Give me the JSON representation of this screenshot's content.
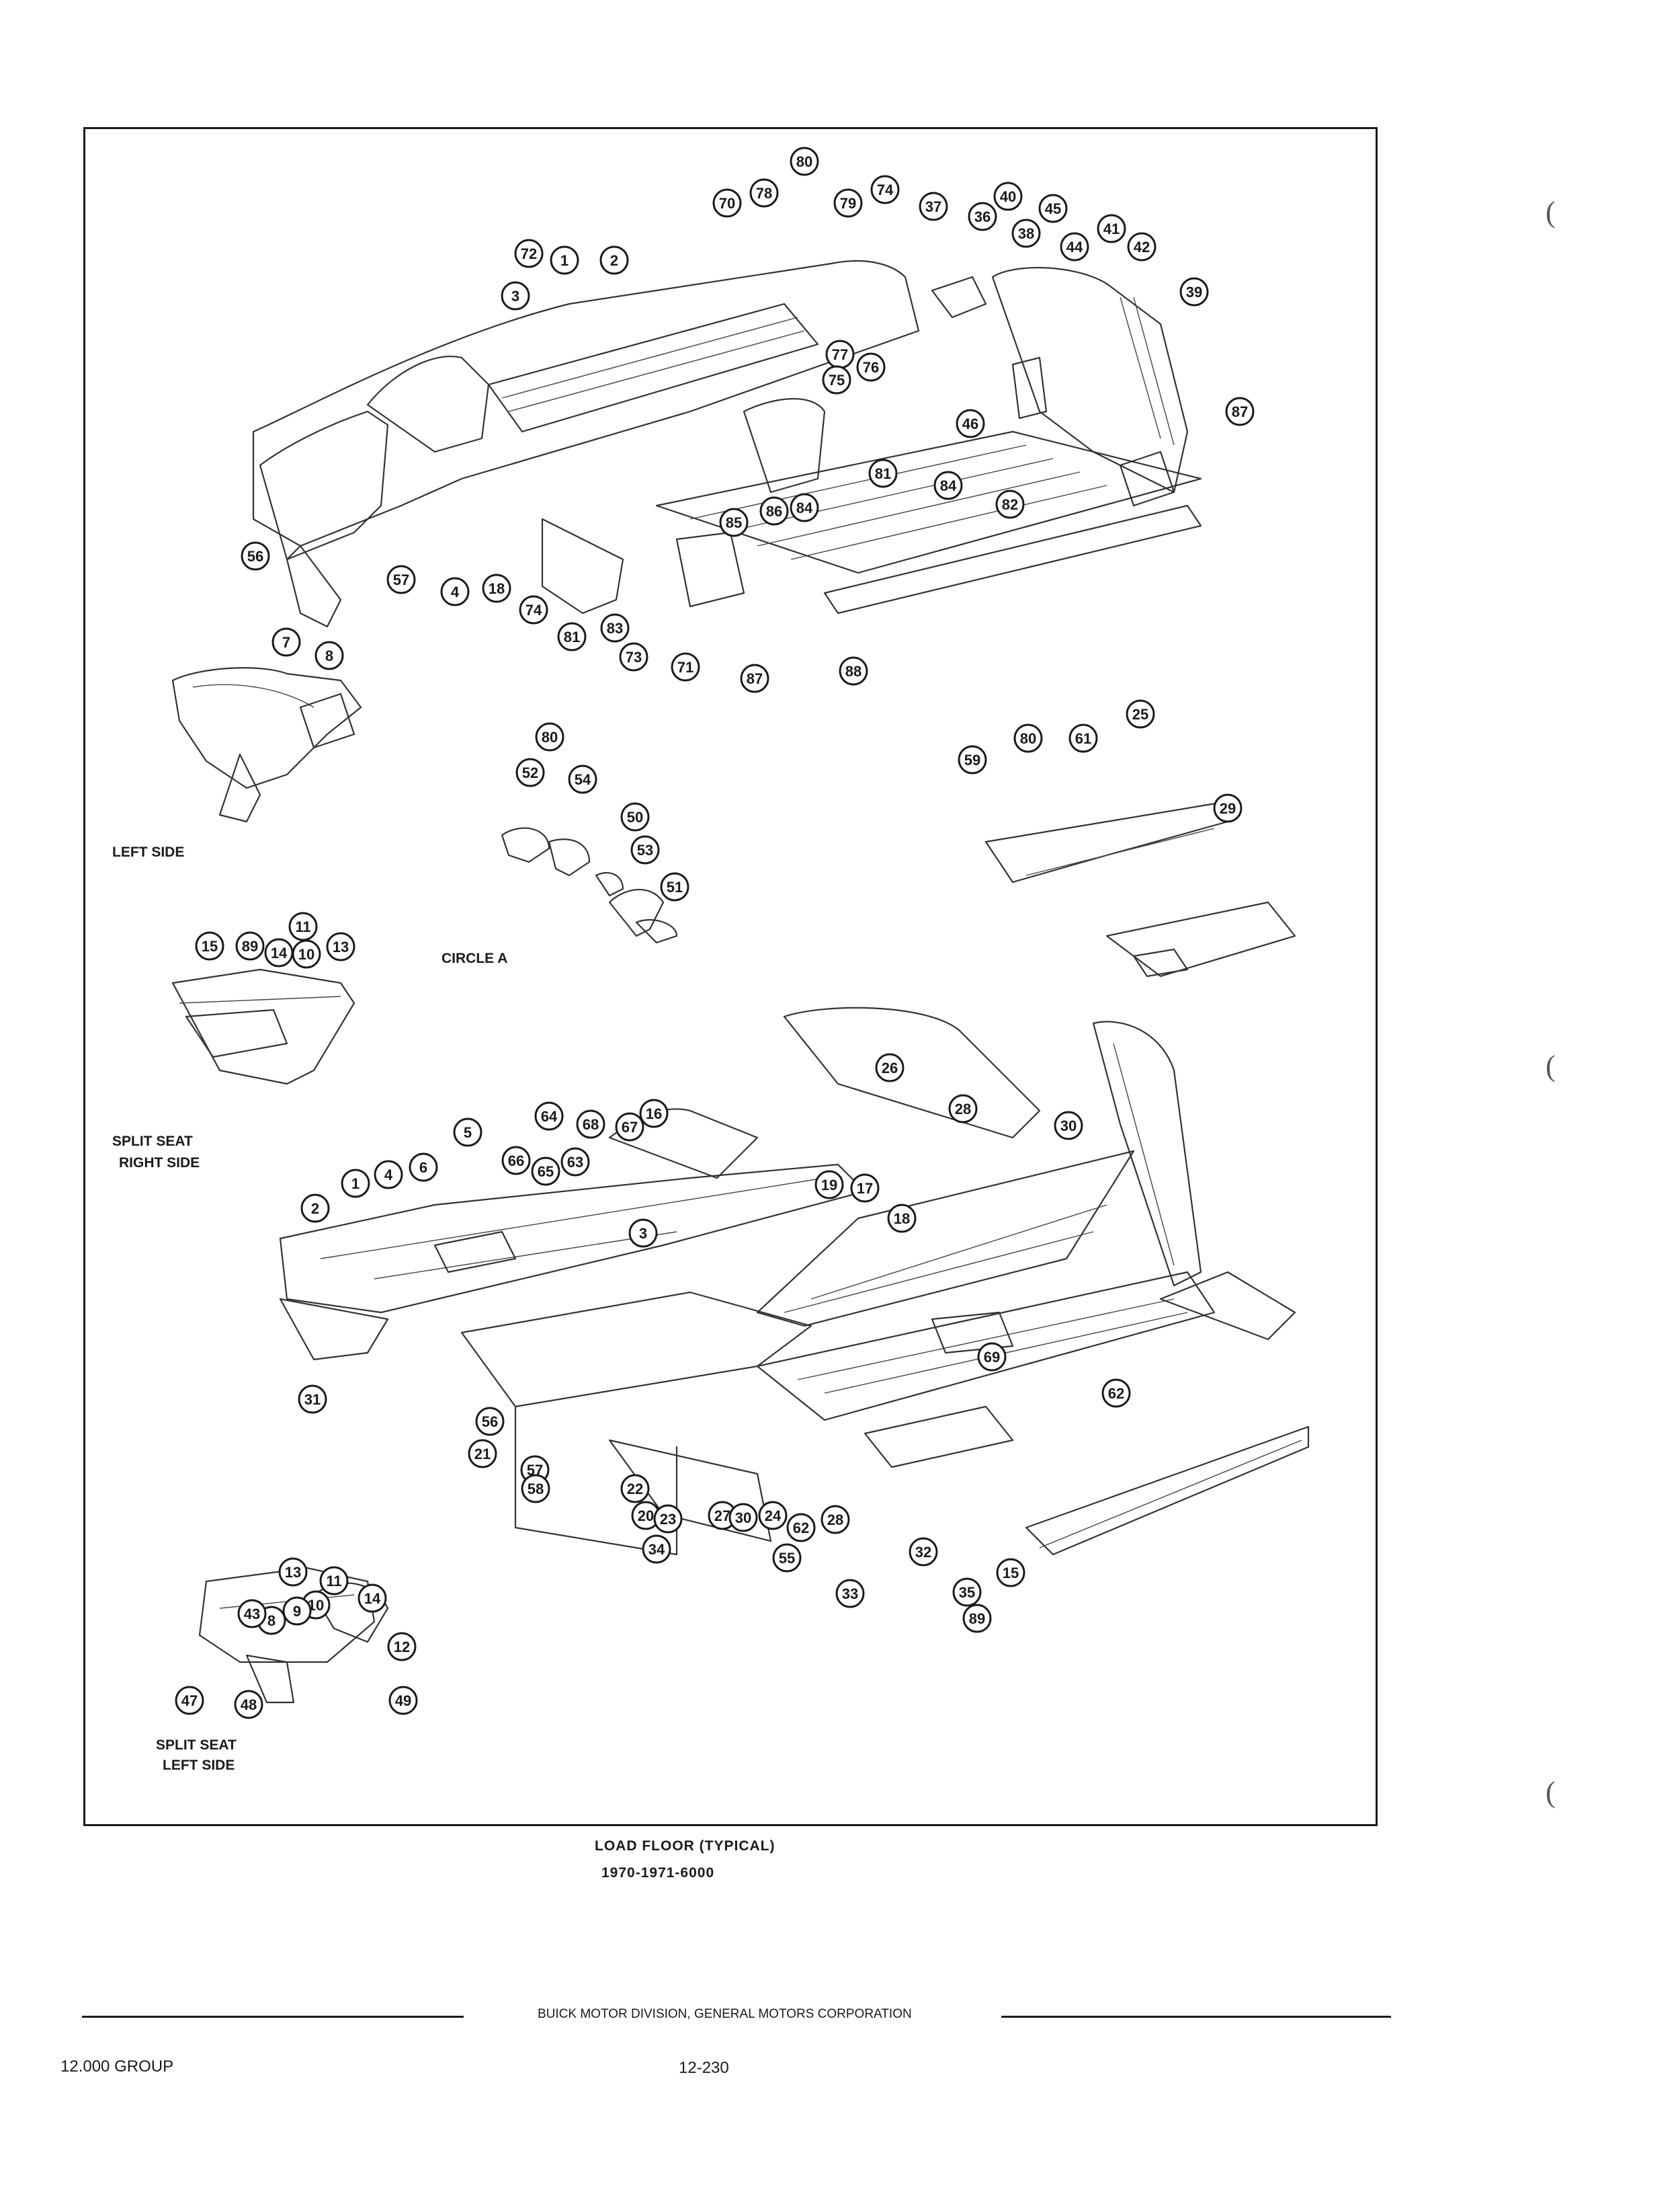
{
  "figure": {
    "view_labels": {
      "left_side": "LEFT SIDE",
      "circle_a": "CIRCLE A",
      "split_seat_right_side_1": "SPLIT SEAT",
      "split_seat_right_side_2": "RIGHT SIDE",
      "split_seat_left_side_1": "SPLIT SEAT",
      "split_seat_left_side_2": "LEFT SIDE"
    },
    "callouts": [
      "80",
      "78",
      "79",
      "74",
      "37",
      "40",
      "45",
      "36",
      "38",
      "44",
      "41",
      "42",
      "39",
      "70",
      "72",
      "1",
      "2",
      "3",
      "77",
      "76",
      "75",
      "46",
      "87",
      "81",
      "84",
      "82",
      "86",
      "84",
      "85",
      "56",
      "57",
      "4",
      "18",
      "74",
      "81",
      "83",
      "73",
      "71",
      "87",
      "88",
      "7",
      "8",
      "80",
      "52",
      "54",
      "50",
      "53",
      "51",
      "80",
      "61",
      "25",
      "59",
      "29",
      "11",
      "15",
      "89",
      "14",
      "10",
      "13",
      "26",
      "28",
      "30",
      "16",
      "64",
      "68",
      "67",
      "5",
      "66",
      "63",
      "65",
      "19",
      "17",
      "18",
      "6",
      "4",
      "1",
      "2",
      "3",
      "69",
      "62",
      "31",
      "56",
      "21",
      "57",
      "58",
      "22",
      "20",
      "23",
      "27",
      "30",
      "24",
      "28",
      "62",
      "55",
      "34",
      "33",
      "32",
      "35",
      "89",
      "15",
      "13",
      "11",
      "14",
      "10",
      "8",
      "9",
      "43",
      "12",
      "49",
      "47",
      "48"
    ]
  },
  "caption": {
    "line1": "LOAD FLOOR (TYPICAL)",
    "line2": "1970-1971-6000"
  },
  "footer": {
    "publisher": "BUICK MOTOR DIVISION, GENERAL MOTORS CORPORATION",
    "group": "12.000 GROUP",
    "page": "12-230"
  },
  "margin_marks": [
    "(",
    "(",
    "("
  ]
}
